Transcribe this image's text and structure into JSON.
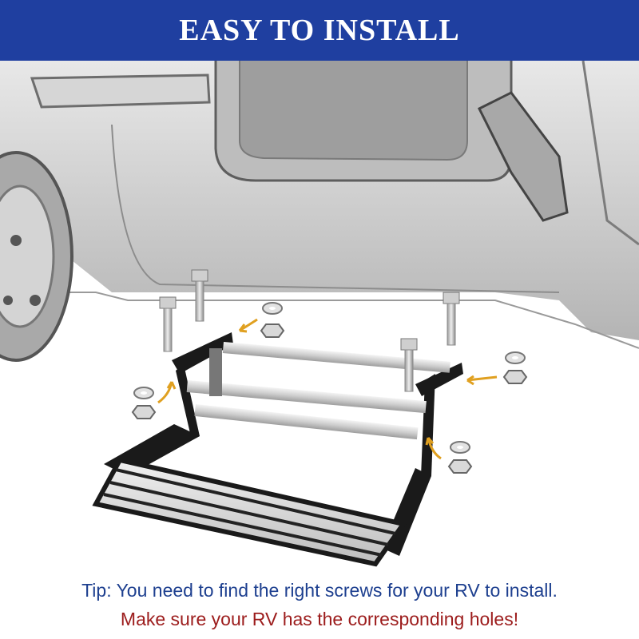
{
  "banner": {
    "title": "EASY TO INSTALL",
    "background_color": "#1f3fa0",
    "text_color": "#ffffff"
  },
  "illustration": {
    "subject": "RV side with folding entry step and mounting hardware",
    "icons": [
      "rv-body-icon",
      "wheel-icon",
      "folding-step-icon",
      "bolt-icon",
      "washer-icon",
      "nut-icon",
      "arrow-icon"
    ]
  },
  "tips": {
    "line1": "Tip: You need to find the right screws for your RV to install.",
    "line2": "Make sure your RV has the corresponding holes!",
    "line1_color": "#1d3f8f",
    "line2_color": "#9c1c1c"
  }
}
